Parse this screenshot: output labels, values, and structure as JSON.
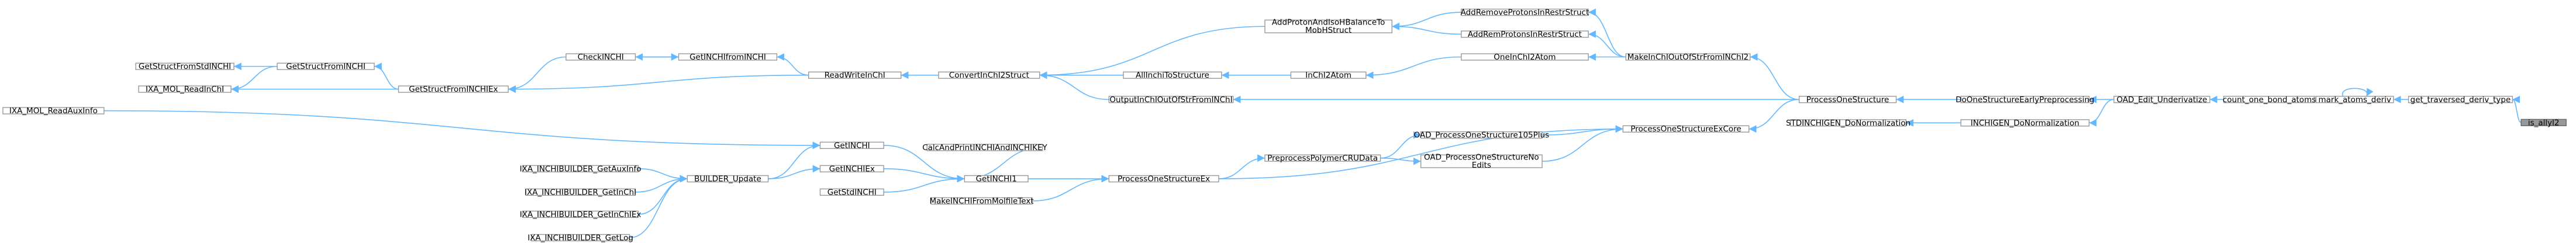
{
  "nodes": [
    {
      "id": "is_allyl2",
      "label": "is_allyl2",
      "root": true
    },
    {
      "id": "get_traversed_deriv_type",
      "label": "get_traversed_deriv_type"
    },
    {
      "id": "mark_atoms_deriv",
      "label": "mark_atoms_deriv"
    },
    {
      "id": "count_one_bond_atoms",
      "label": "count_one_bond_atoms"
    },
    {
      "id": "OAD_Edit_Underivatize",
      "label": "OAD_Edit_Underivatize"
    },
    {
      "id": "DoOneStructureEarlyPreprocessing",
      "label": "DoOneStructureEarlyPreprocessing"
    },
    {
      "id": "INCHIGEN_DoNormalization",
      "label": "INCHIGEN_DoNormalization"
    },
    {
      "id": "ProcessOneStructure",
      "label": "ProcessOneStructure"
    },
    {
      "id": "STDINCHIGEN_DoNormalization",
      "label": "STDINCHIGEN_DoNormalization"
    },
    {
      "id": "MakeInChIOutOfStrFromINChI2",
      "label": "MakeInChIOutOfStrFromINChI2"
    },
    {
      "id": "ProcessOneStructureExCore",
      "label": "ProcessOneStructureExCore"
    },
    {
      "id": "OutputInChIOutOfStrFromINChI",
      "label": "OutputInChIOutOfStrFromINChI"
    },
    {
      "id": "AddRemoveProtonsInRestrStruct",
      "label": "AddRemoveProtonsInRestrStruct"
    },
    {
      "id": "AddRemProtonsInRestrStruct",
      "label": "AddRemProtonsInRestrStruct"
    },
    {
      "id": "OneInChI2Atom",
      "label": "OneInChI2Atom"
    },
    {
      "id": "AddProtonAndIsoHBalanceToMobHStruct",
      "label": "AddProtonAndIsoHBalanceTo",
      "label2": "MobHStruct"
    },
    {
      "id": "InChI2Atom",
      "label": "InChI2Atom"
    },
    {
      "id": "AllInchiToStructure",
      "label": "AllInchiToStructure"
    },
    {
      "id": "ConvertInChI2Struct",
      "label": "ConvertInChI2Struct"
    },
    {
      "id": "ReadWriteInChI",
      "label": "ReadWriteInChI"
    },
    {
      "id": "CheckINCHI",
      "label": "CheckINCHI"
    },
    {
      "id": "GetINCHIfromINCHI",
      "label": "GetINCHIfromINCHI"
    },
    {
      "id": "GetStructFromINCHIEx",
      "label": "GetStructFromINCHIEx"
    },
    {
      "id": "GetStructFromINCHI",
      "label": "GetStructFromINCHI"
    },
    {
      "id": "GetStructFromStdINCHI",
      "label": "GetStructFromStdINCHI"
    },
    {
      "id": "IXA_MOL_ReadInChI",
      "label": "IXA_MOL_ReadInChI"
    },
    {
      "id": "IXA_MOL_ReadAuxInfo",
      "label": "IXA_MOL_ReadAuxInfo"
    },
    {
      "id": "OAD_ProcessOneStructure105Plus",
      "label": "OAD_ProcessOneStructure105Plus"
    },
    {
      "id": "OAD_ProcessOneStructureNoEdits",
      "label": "OAD_ProcessOneStructureNo",
      "label2": "Edits"
    },
    {
      "id": "PreprocessPolymerCRUData",
      "label": "PreprocessPolymerCRUData"
    },
    {
      "id": "ProcessOneStructureEx",
      "label": "ProcessOneStructureEx"
    },
    {
      "id": "CalcAndPrintINCHIAndINCHIKEY",
      "label": "CalcAndPrintINCHIAndINCHIKEY"
    },
    {
      "id": "GetINCHI1",
      "label": "GetINCHI1"
    },
    {
      "id": "MakeINCHIFromMolfileText",
      "label": "MakeINCHIFromMolfileText"
    },
    {
      "id": "GetINCHI",
      "label": "GetINCHI"
    },
    {
      "id": "GetINCHIEx",
      "label": "GetINCHIEx"
    },
    {
      "id": "GetStdINCHI",
      "label": "GetStdINCHI"
    },
    {
      "id": "BUILDER_Update",
      "label": "BUILDER_Update"
    },
    {
      "id": "IXA_INCHIBUILDER_GetAuxInfo",
      "label": "IXA_INCHIBUILDER_GetAuxInfo"
    },
    {
      "id": "IXA_INCHIBUILDER_GetInChI",
      "label": "IXA_INCHIBUILDER_GetInChI"
    },
    {
      "id": "IXA_INCHIBUILDER_GetInChIEx",
      "label": "IXA_INCHIBUILDER_GetInChIEx"
    },
    {
      "id": "IXA_INCHIBUILDER_GetLog",
      "label": "IXA_INCHIBUILDER_GetLog"
    }
  ],
  "edges": [
    [
      "get_traversed_deriv_type",
      "is_allyl2"
    ],
    [
      "mark_atoms_deriv",
      "get_traversed_deriv_type"
    ],
    [
      "mark_atoms_deriv",
      "mark_atoms_deriv"
    ],
    [
      "count_one_bond_atoms",
      "mark_atoms_deriv"
    ],
    [
      "OAD_Edit_Underivatize",
      "count_one_bond_atoms"
    ],
    [
      "DoOneStructureEarlyPreprocessing",
      "OAD_Edit_Underivatize"
    ],
    [
      "INCHIGEN_DoNormalization",
      "OAD_Edit_Underivatize"
    ],
    [
      "ProcessOneStructure",
      "DoOneStructureEarlyPreprocessing"
    ],
    [
      "STDINCHIGEN_DoNormalization",
      "INCHIGEN_DoNormalization"
    ],
    [
      "MakeInChIOutOfStrFromINChI2",
      "ProcessOneStructure"
    ],
    [
      "ProcessOneStructureExCore",
      "ProcessOneStructure"
    ],
    [
      "OutputInChIOutOfStrFromINChI",
      "ProcessOneStructure"
    ],
    [
      "AddRemoveProtonsInRestrStruct",
      "MakeInChIOutOfStrFromINChI2"
    ],
    [
      "AddRemProtonsInRestrStruct",
      "MakeInChIOutOfStrFromINChI2"
    ],
    [
      "OneInChI2Atom",
      "MakeInChIOutOfStrFromINChI2"
    ],
    [
      "AddProtonAndIsoHBalanceToMobHStruct",
      "AddRemoveProtonsInRestrStruct"
    ],
    [
      "AddProtonAndIsoHBalanceToMobHStruct",
      "AddRemProtonsInRestrStruct"
    ],
    [
      "InChI2Atom",
      "OneInChI2Atom"
    ],
    [
      "AllInchiToStructure",
      "InChI2Atom"
    ],
    [
      "ConvertInChI2Struct",
      "AddProtonAndIsoHBalanceToMobHStruct"
    ],
    [
      "ConvertInChI2Struct",
      "AllInchiToStructure"
    ],
    [
      "ConvertInChI2Struct",
      "OutputInChIOutOfStrFromINChI"
    ],
    [
      "ReadWriteInChI",
      "ConvertInChI2Struct"
    ],
    [
      "CheckINCHI",
      "GetINCHIfromINCHI"
    ],
    [
      "GetINCHIfromINCHI",
      "CheckINCHI"
    ],
    [
      "GetINCHIfromINCHI",
      "ReadWriteInChI"
    ],
    [
      "GetStructFromINCHIEx",
      "CheckINCHI"
    ],
    [
      "GetStructFromINCHIEx",
      "ReadWriteInChI"
    ],
    [
      "GetStructFromINCHI",
      "GetStructFromINCHIEx"
    ],
    [
      "GetStructFromStdINCHI",
      "GetStructFromINCHI"
    ],
    [
      "IXA_MOL_ReadInChI",
      "GetStructFromINCHI"
    ],
    [
      "IXA_MOL_ReadInChI",
      "GetStructFromINCHIEx"
    ],
    [
      "ProcessOneStructureExCore",
      "OAD_ProcessOneStructure105Plus"
    ],
    [
      "ProcessOneStructureExCore",
      "OAD_ProcessOneStructureNoEdits"
    ],
    [
      "ProcessOneStructureExCore",
      "ProcessOneStructureEx"
    ],
    [
      "OAD_ProcessOneStructure105Plus",
      "PreprocessPolymerCRUData"
    ],
    [
      "OAD_ProcessOneStructureNoEdits",
      "PreprocessPolymerCRUData"
    ],
    [
      "PreprocessPolymerCRUData",
      "ProcessOneStructureEx"
    ],
    [
      "ProcessOneStructureEx",
      "GetINCHI1"
    ],
    [
      "ProcessOneStructureEx",
      "MakeINCHIFromMolfileText"
    ],
    [
      "GetINCHI1",
      "CalcAndPrintINCHIAndINCHIKEY"
    ],
    [
      "GetINCHI1",
      "GetINCHI"
    ],
    [
      "GetINCHI1",
      "GetINCHIEx"
    ],
    [
      "GetINCHI1",
      "GetStdINCHI"
    ],
    [
      "GetINCHI",
      "IXA_MOL_ReadAuxInfo"
    ],
    [
      "GetINCHI",
      "BUILDER_Update"
    ],
    [
      "GetINCHIEx",
      "BUILDER_Update"
    ],
    [
      "BUILDER_Update",
      "IXA_INCHIBUILDER_GetAuxInfo"
    ],
    [
      "BUILDER_Update",
      "IXA_INCHIBUILDER_GetInChI"
    ],
    [
      "BUILDER_Update",
      "IXA_INCHIBUILDER_GetInChIEx"
    ],
    [
      "BUILDER_Update",
      "IXA_INCHIBUILDER_GetLog"
    ]
  ]
}
